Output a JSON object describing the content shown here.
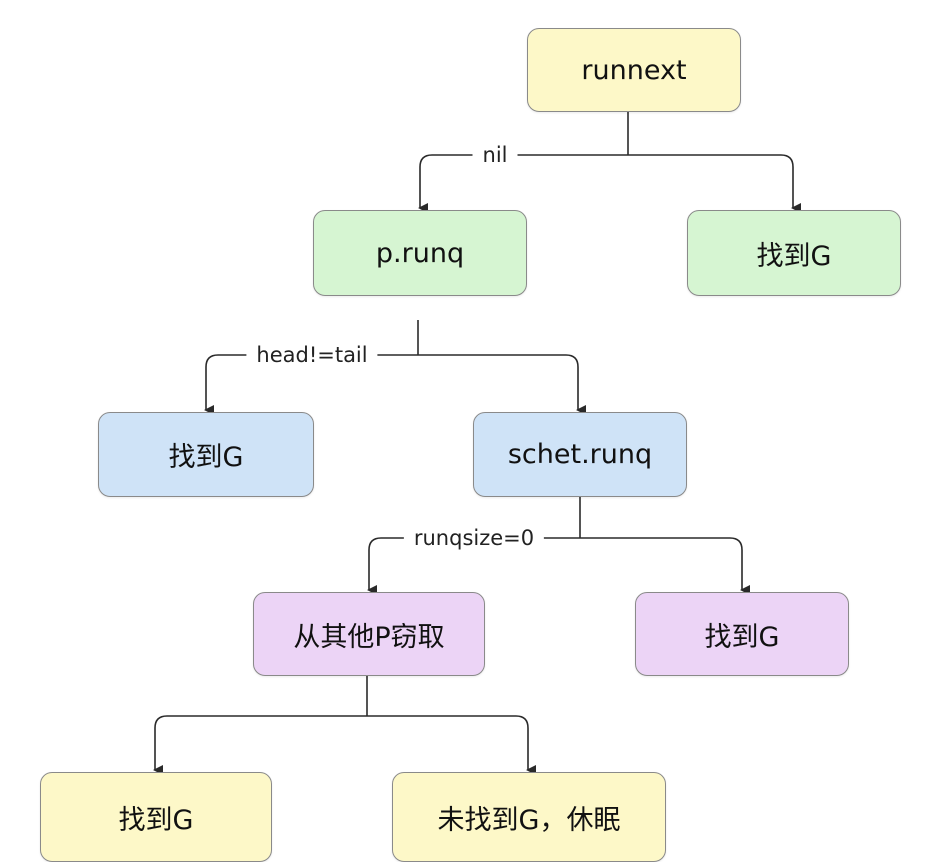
{
  "colors": {
    "yellow": "#fdf8c8",
    "green": "#d6f5d2",
    "blue": "#cfe3f7",
    "purple": "#ecd4f6",
    "border": "#8a8a8a",
    "line": "#2a2a2a"
  },
  "nodes": {
    "runnext": {
      "label": "runnext",
      "color": "yellow"
    },
    "p_runq": {
      "label": "p.runq",
      "color": "green"
    },
    "found_g_1": {
      "label": "找到G",
      "color": "green"
    },
    "found_g_2": {
      "label": "找到G",
      "color": "blue"
    },
    "schet_runq": {
      "label": "schet.runq",
      "color": "blue"
    },
    "steal_from_p": {
      "label": "从其他P窃取",
      "color": "purple"
    },
    "found_g_3": {
      "label": "找到G",
      "color": "purple"
    },
    "found_g_4": {
      "label": "找到G",
      "color": "yellow"
    },
    "not_found_sleep": {
      "label": "未找到G，休眠",
      "color": "yellow"
    }
  },
  "edge_labels": {
    "nil": "nil",
    "head_ne_tail": "head!=tail",
    "runqsize_zero": "runqsize=0"
  }
}
